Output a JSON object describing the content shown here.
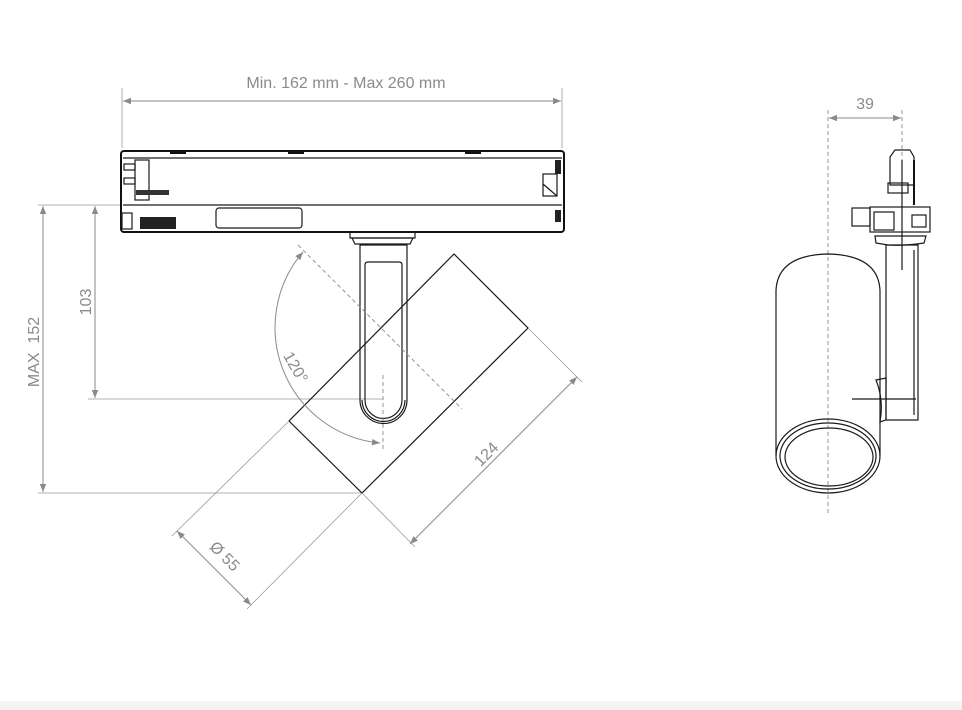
{
  "drawing": {
    "front_view": {
      "width_dimension": "Min. 162 mm - Max 260 mm",
      "height_dimension": "103",
      "max_height_dimension": "MAX  152",
      "tilt_angle": "120°",
      "length_dimension": "124",
      "diameter_dimension": "Ø 55"
    },
    "side_view": {
      "offset_dimension": "39"
    }
  }
}
